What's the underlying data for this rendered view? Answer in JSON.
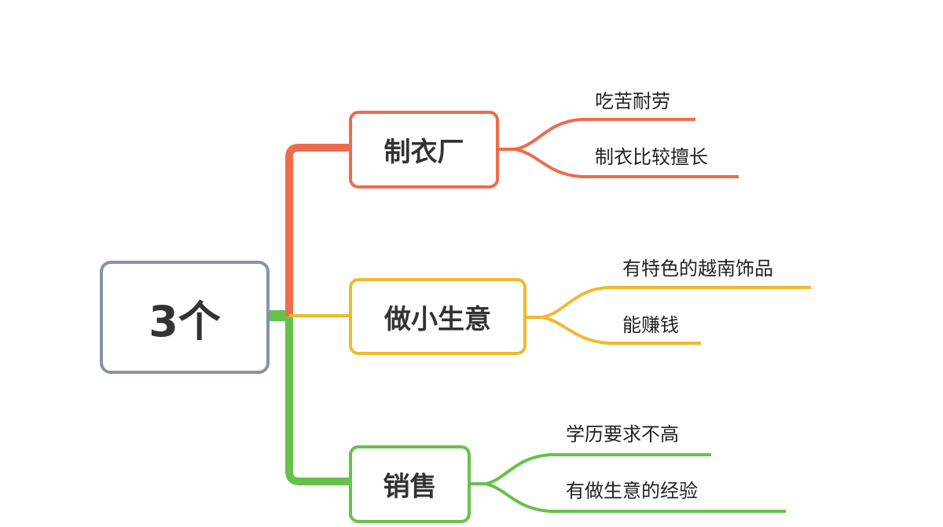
{
  "root": {
    "label": "3个",
    "color": "#8493aa"
  },
  "branches": [
    {
      "label": "制衣厂",
      "color": "#ee6b4d",
      "leaves": [
        "吃苦耐劳",
        "制衣比较擅长"
      ]
    },
    {
      "label": "做小生意",
      "color": "#f0b92d",
      "leaves": [
        "有特色的越南饰品",
        "能赚钱"
      ]
    },
    {
      "label": "销售",
      "color": "#66c24a",
      "leaves": [
        "学历要求不高",
        "有做生意的经验"
      ]
    }
  ]
}
